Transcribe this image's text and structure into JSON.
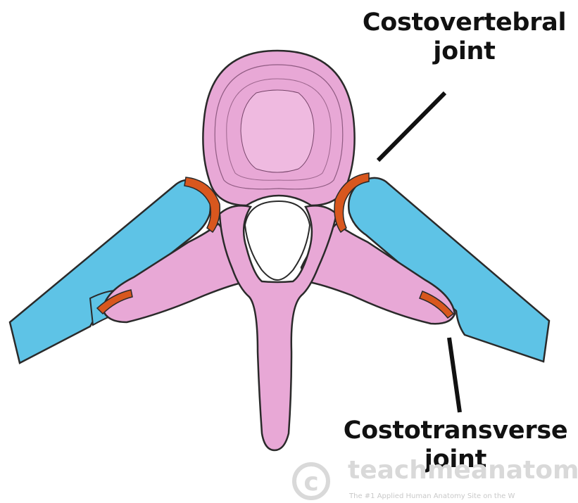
{
  "labels": {
    "costovertebral_line1": "Costovertebral",
    "costovertebral_line2": "joint",
    "costotransverse_line1": "Costotransverse",
    "costotransverse_line2": "joint"
  },
  "watermark": {
    "symbol": "©",
    "brand": "teachmeanatomy",
    "tagline": "The #1 Applied Human Anatomy Site on the W"
  },
  "colors": {
    "vertebra": "#e8a8d6",
    "rib": "#5ec3e6",
    "joint": "#d8571e",
    "outline": "#2a2a2a",
    "pointer": "#111111",
    "watermark": "#d9d9d9"
  }
}
